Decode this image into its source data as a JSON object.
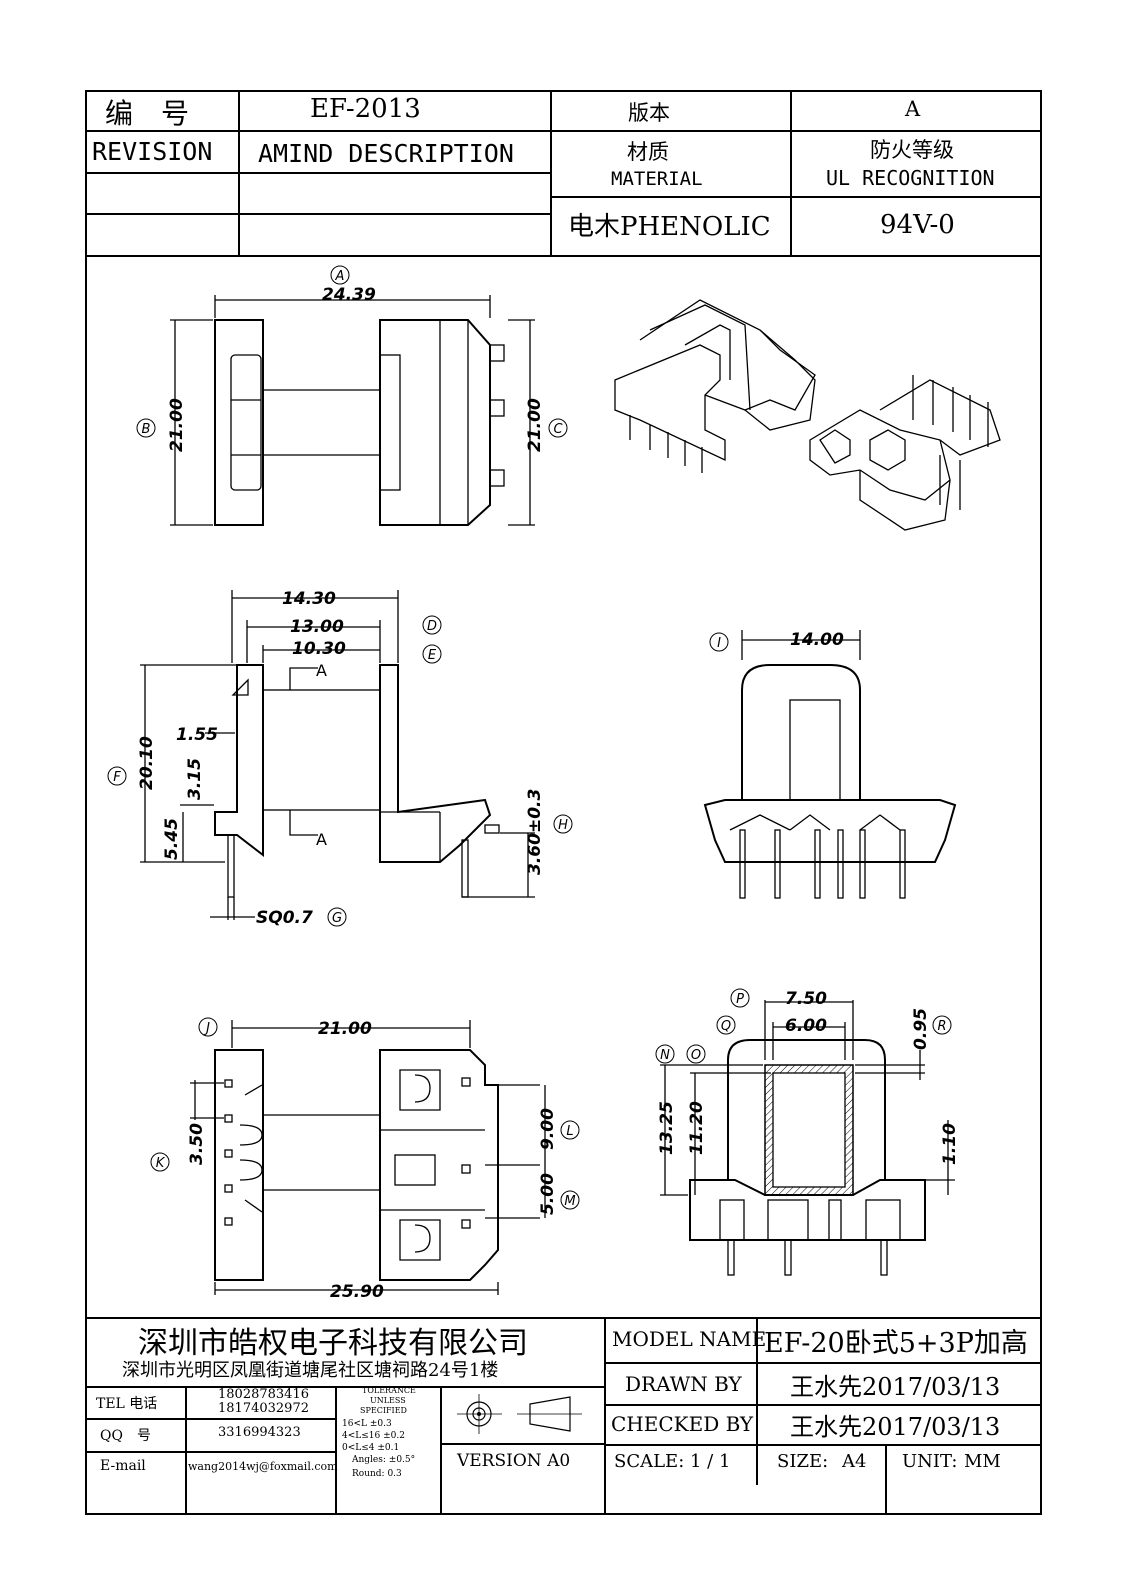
{
  "header": {
    "number_label": "编　号",
    "part_number": "EF-2013",
    "version_label": "版本",
    "version_value": "A",
    "revision_label": "REVISION",
    "amind_label": "AMIND DESCRIPTION",
    "material_cn": "材质",
    "material_en": "MATERIAL",
    "fire_cn": "防火等级",
    "fire_en": "UL RECOGNITION",
    "material_value": "电木PHENOLIC",
    "fire_value": "94V-0"
  },
  "dimensions": {
    "A": "A",
    "A_val": "24.39",
    "B": "B",
    "B_val": "21.00",
    "C": "C",
    "C_val": "21.00",
    "D": "D",
    "D_val": "13.00",
    "top_width": "14.30",
    "E": "E",
    "E_val": "10.30",
    "F": "F",
    "F_val": "20.10",
    "dim_155": "1.55",
    "dim_315": "3.15",
    "dim_545": "5.45",
    "G": "G",
    "G_val": "SQ0.7",
    "H": "H",
    "H_val": "3.60±0.3",
    "section_A": "A",
    "I": "I",
    "I_val": "14.00",
    "J": "J",
    "J_val": "21.00",
    "K": "K",
    "K_val": "3.50",
    "L": "L",
    "L_val": "9.00",
    "M": "M",
    "M_val": "5.00",
    "bottom_width": "25.90",
    "P": "P",
    "P_val": "7.50",
    "Q": "Q",
    "Q_val": "6.00",
    "R": "R",
    "R_val": "0.95",
    "N": "N",
    "N_val": "13.25",
    "O": "O",
    "O_val": "11.20",
    "dim_110": "1.10"
  },
  "title_block": {
    "company_name": "深圳市皓权电子科技有限公司",
    "company_address": "深圳市光明区凤凰街道塘尾社区塘祠路24号1楼",
    "tel_label": "TEL 电话",
    "tel_1": "18028783416",
    "tel_2": "18174032972",
    "qq_label": "QQ　号",
    "qq_value": "3316994323",
    "email_label": "E-mail",
    "email_value": "wang2014wj@foxmail.com",
    "tolerance_title_1": "TOLERANCE",
    "tolerance_title_2": "UNLESS",
    "tolerance_title_3": "SPECIFIED",
    "tol_row1": "16<L      ±0.3",
    "tol_row2": "4<L≤16    ±0.2",
    "tol_row3": "0<L≤4     ±0.1",
    "tol_row4": "Angles: ±0.5°",
    "tol_row5": "Round: 0.3",
    "version_text": "VERSION A0",
    "model_label": "MODEL NAME",
    "model_value": "EF-20卧式5+3P加高",
    "drawn_label": "DRAWN BY",
    "drawn_value": "王水先2017/03/13",
    "checked_label": "CHECKED BY",
    "checked_value": "王水先2017/03/13",
    "scale_label": "SCALE:",
    "scale_value": "1 / 1",
    "size_label": "SIZE:",
    "size_value": "A4",
    "unit_label": "UNIT:",
    "unit_value": "MM"
  }
}
